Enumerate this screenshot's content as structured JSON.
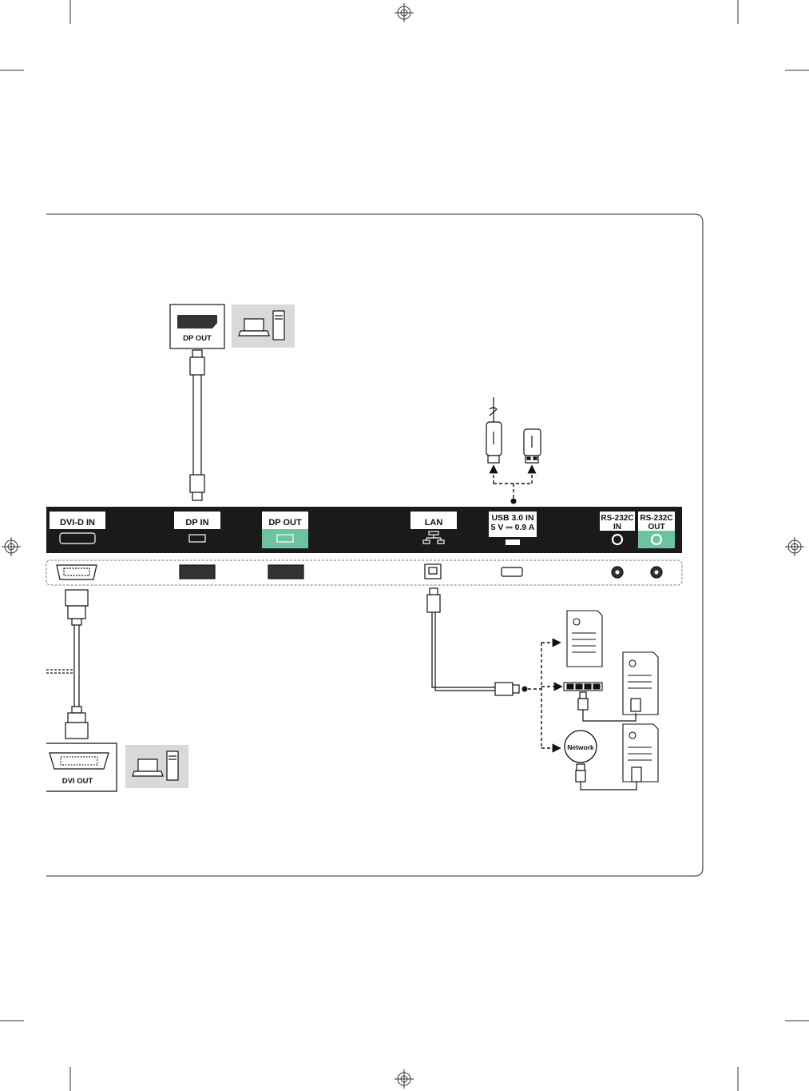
{
  "ports": {
    "dvi_in": "DVI-D IN",
    "dp_in": "DP IN",
    "dp_out": "DP OUT",
    "lan": "LAN",
    "usb_line1": "USB 3.0 IN",
    "usb_line2": "5 V ⎓ 0.9 A",
    "rs_in_line1": "RS-232C",
    "rs_in_line2": "IN",
    "rs_out_line1": "RS-232C",
    "rs_out_line2": "OUT"
  },
  "devices": {
    "dp_out": "DP OUT",
    "dvi_out": "DVI OUT",
    "network": "Network"
  },
  "colors": {
    "panel": "#1a1a1a",
    "accent_out": "#6cc3a0",
    "pc_box": "#d9d9d9",
    "frame": "#555555"
  }
}
